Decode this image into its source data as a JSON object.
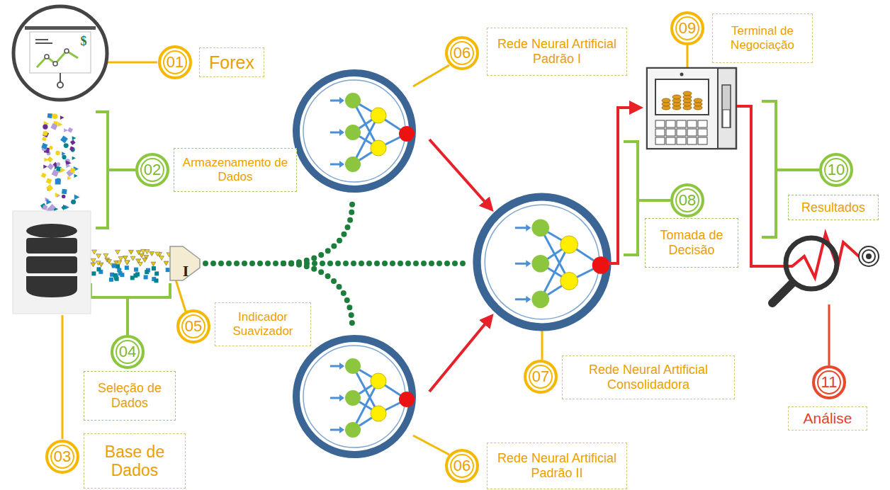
{
  "diagram": {
    "nodes": [
      {
        "text": [
          "01"
        ]
      },
      {
        "text": [
          "Forex"
        ]
      },
      {
        "text": [
          "02"
        ]
      },
      {
        "text": [
          "Armazenamento de Dados"
        ]
      },
      {
        "text": [
          "03"
        ]
      },
      {
        "text": [
          "Base de Dados"
        ]
      },
      {
        "text": [
          "04"
        ]
      },
      {
        "text": [
          "Seleção de Dados"
        ]
      },
      {
        "text": [
          "05"
        ]
      },
      {
        "text": [
          "Indicador Suavizador"
        ]
      },
      {
        "text": [
          "06"
        ]
      },
      {
        "text": [
          "Rede Neural Artificial Padrão I"
        ]
      },
      {
        "text": [
          "06"
        ]
      },
      {
        "text": [
          "Rede Neural Artificial Padrão II"
        ]
      },
      {
        "text": [
          "07"
        ]
      },
      {
        "text": [
          "Rede Neural Artificial Consolidadora"
        ]
      },
      {
        "text": [
          "08"
        ]
      },
      {
        "text": [
          "Tomada de Decisão"
        ]
      },
      {
        "text": [
          "09"
        ]
      },
      {
        "text": [
          "Terminal de Negociação"
        ]
      },
      {
        "text": [
          "10"
        ]
      },
      {
        "text": [
          "Resultados"
        ]
      },
      {
        "text": [
          "11"
        ]
      },
      {
        "text": [
          "Análise"
        ]
      }
    ],
    "labels": [
      "$",
      "I"
    ]
  }
}
